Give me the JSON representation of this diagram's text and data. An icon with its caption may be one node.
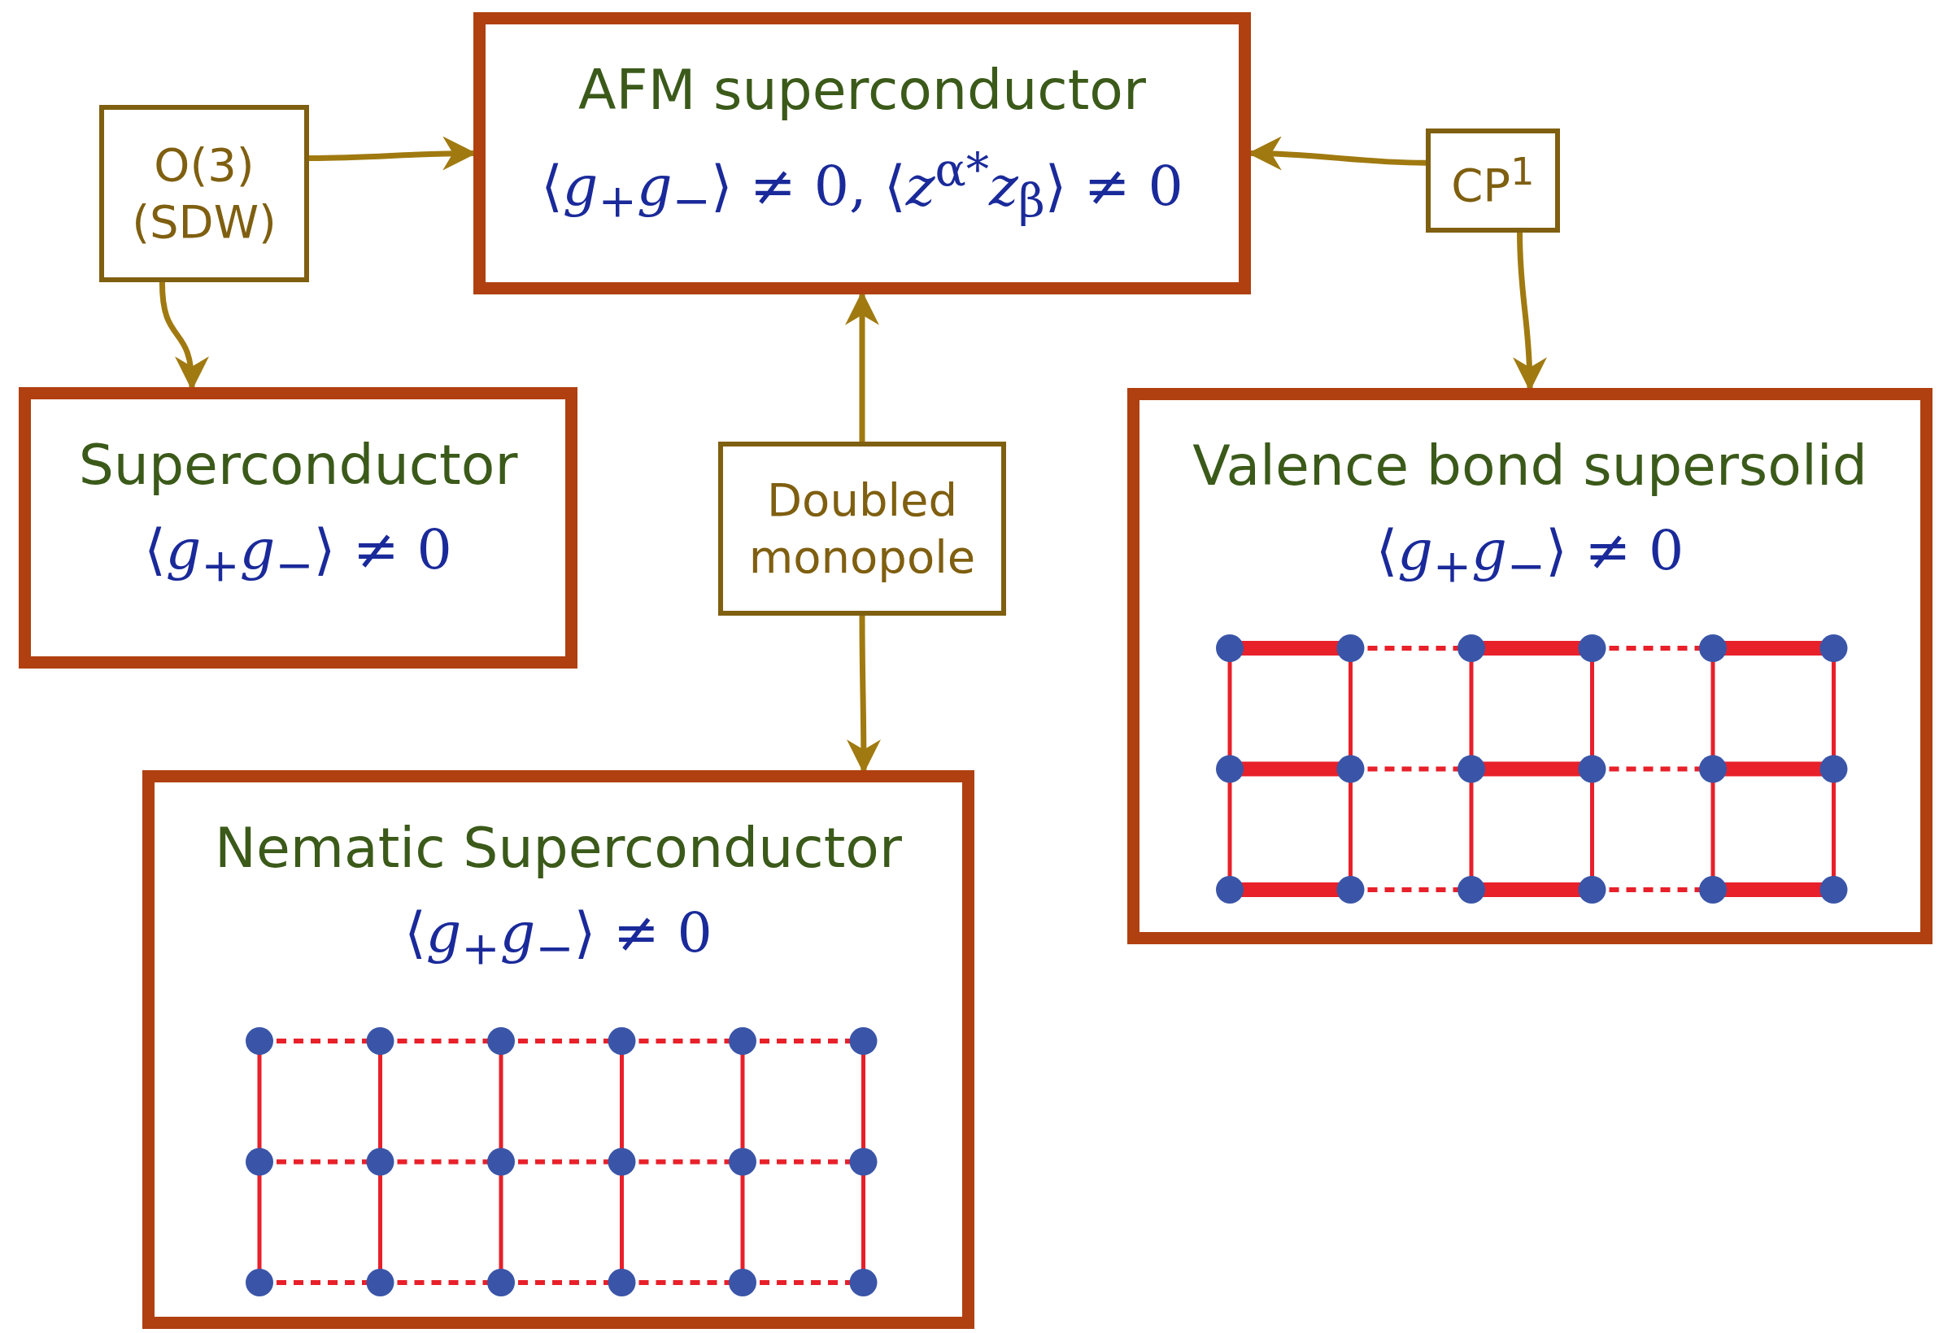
{
  "diagram": {
    "nodes": [
      {
        "text": [
          "O(3) (SDW)"
        ]
      },
      {
        "text": [
          "AFM superconductor",
          "⟨*g*$_{+}$*g*$_{−}$⟩ ≠ 0, ⟨*z*$^{α*}$*z*$_{β}$⟩ ≠ 0"
        ]
      },
      {
        "text": [
          "CP$^{1}$"
        ]
      },
      {
        "text": [
          "Superconductor",
          "⟨*g*$_{+}$*g*$_{−}$⟩ ≠ 0"
        ]
      },
      {
        "text": [
          "Doubled monopole"
        ]
      },
      {
        "text": [
          "Valence bond supersolid",
          "⟨*g*$_{+}$*g*$_{−}$⟩ ≠ 0"
        ]
      },
      {
        "text": [
          "Nematic Superconductor",
          "⟨*g*$_{+}$*g*$_{−}$⟩ ≠ 0"
        ]
      }
    ],
    "edges": [
      {
        "from": 0,
        "to": 1,
        "arrow": "to"
      },
      {
        "from": 0,
        "to": 3,
        "arrow": "to"
      },
      {
        "from": 2,
        "to": 1,
        "arrow": "to"
      },
      {
        "from": 2,
        "to": 5,
        "arrow": "to"
      },
      {
        "from": 4,
        "to": 1,
        "arrow": "to"
      },
      {
        "from": 4,
        "to": 6,
        "arrow": "to"
      }
    ]
  }
}
